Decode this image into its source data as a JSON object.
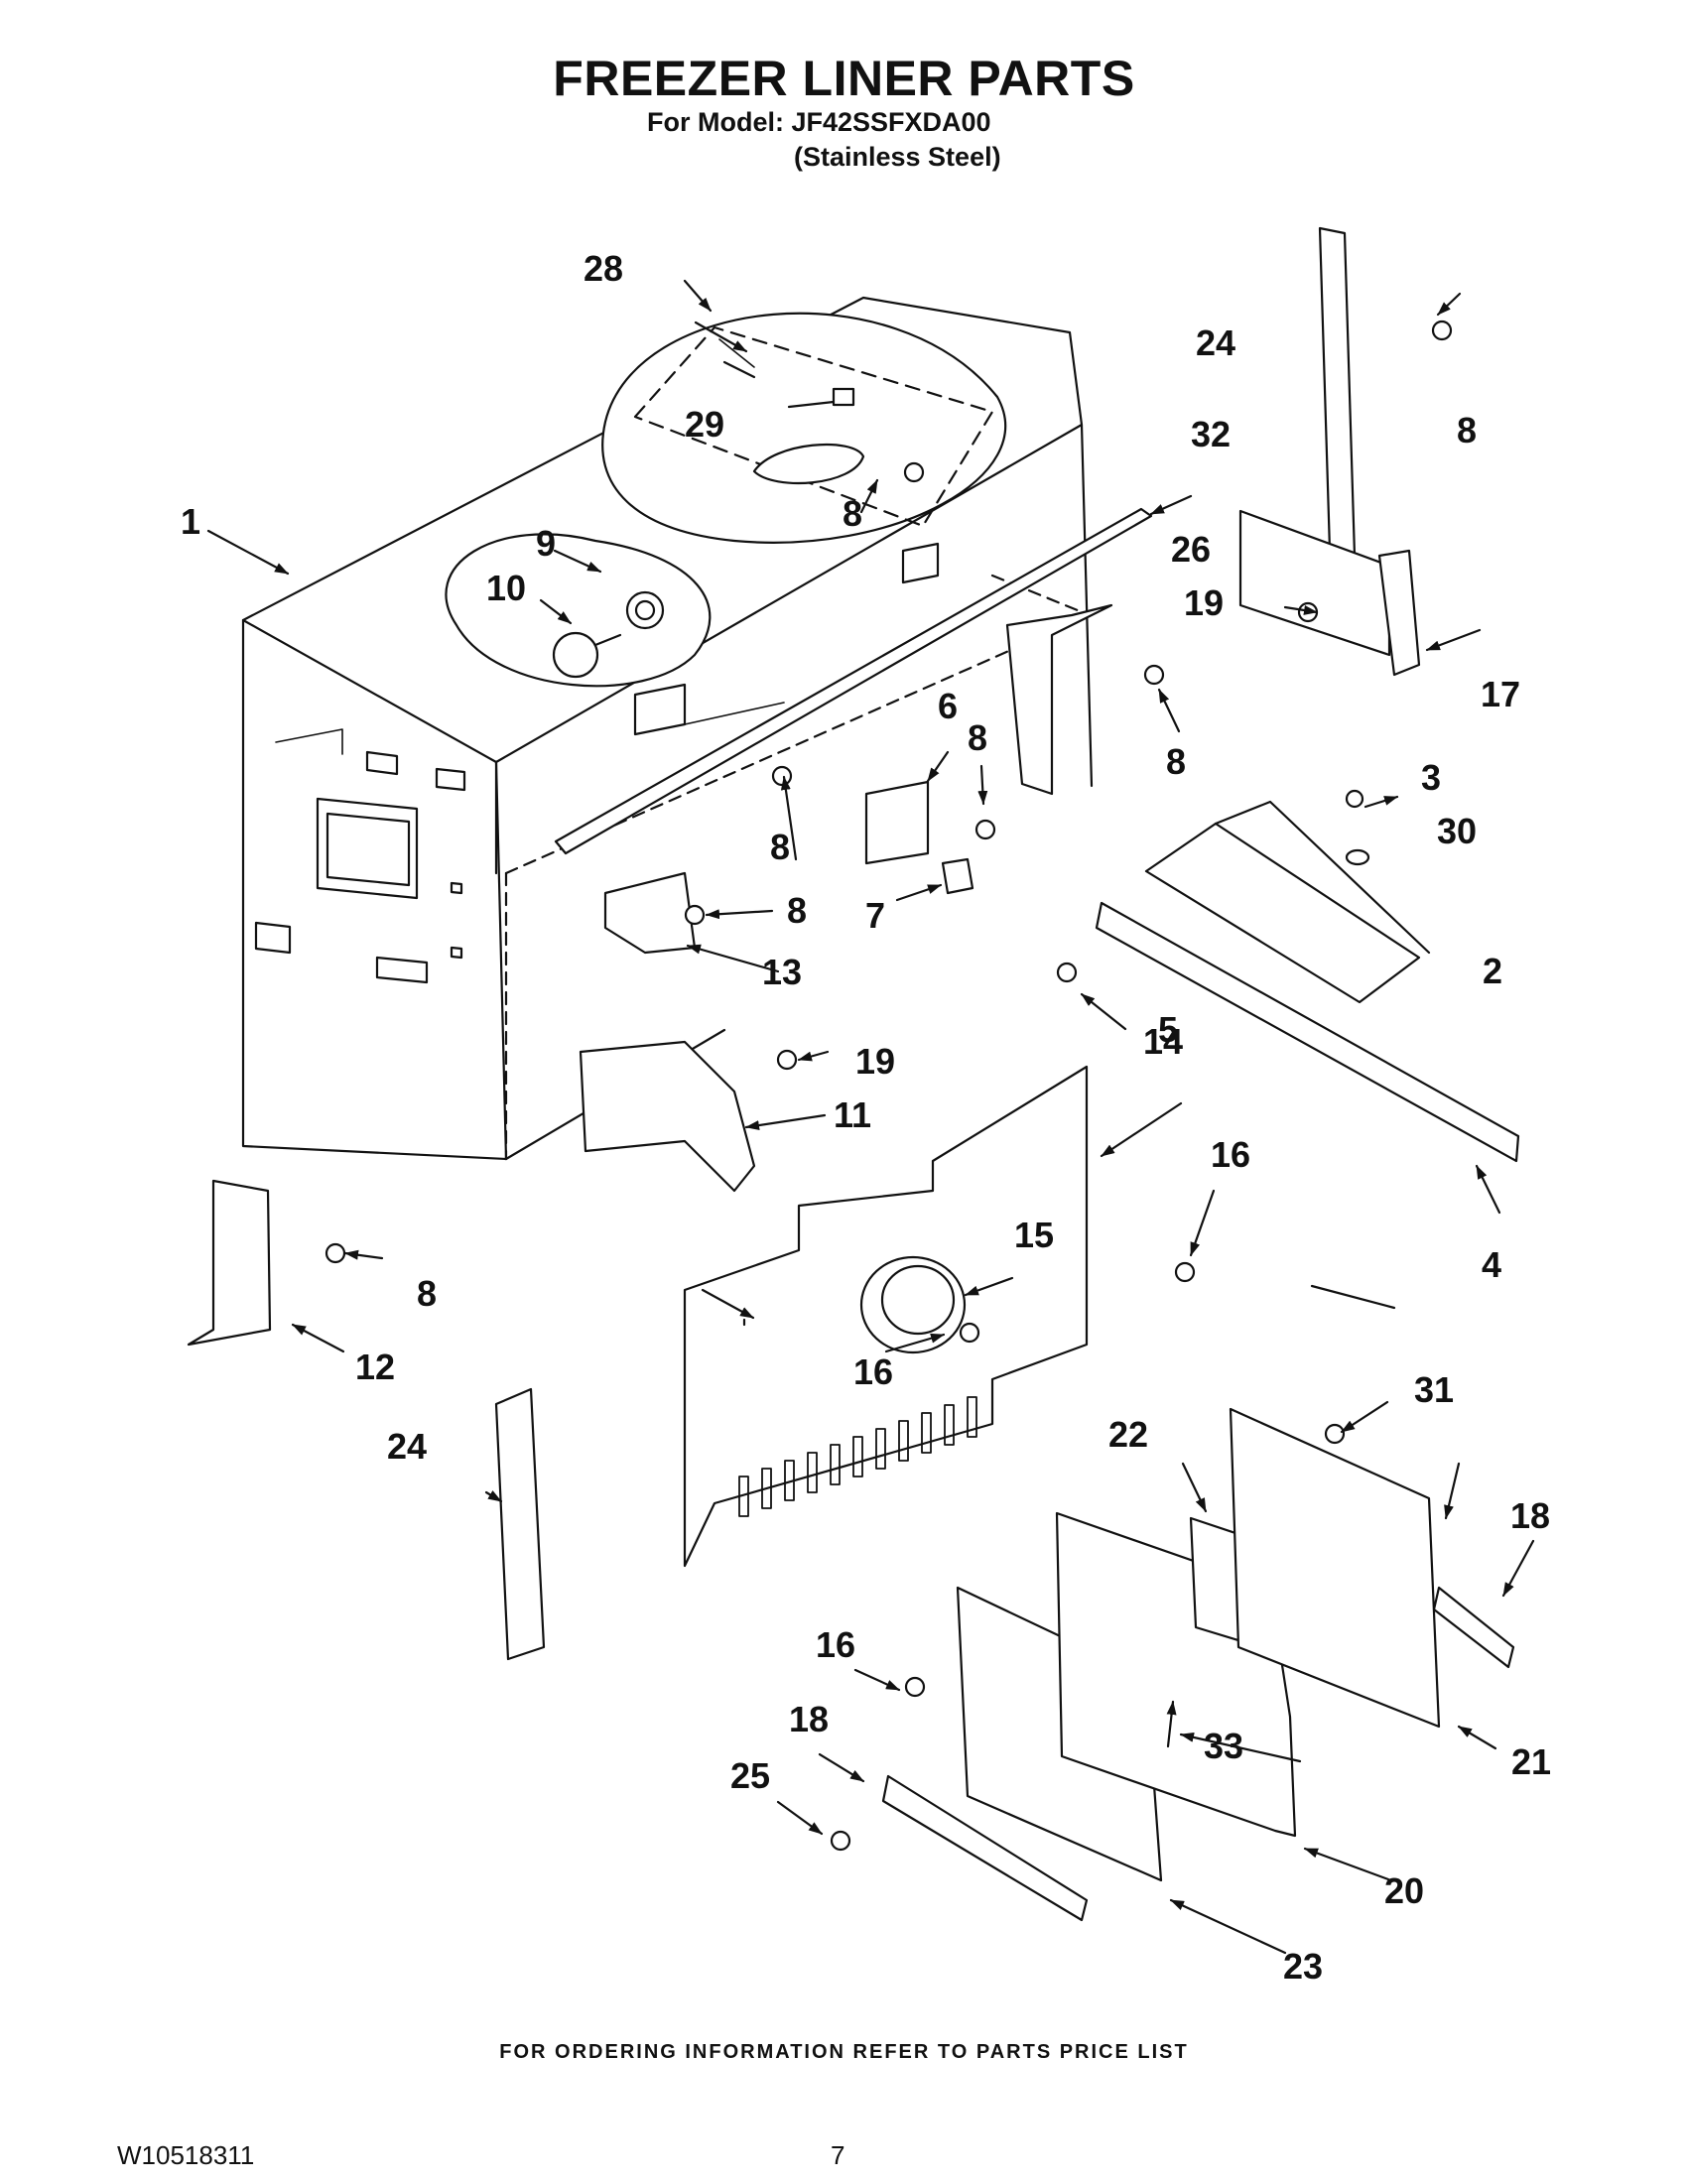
{
  "header": {
    "title": "FREEZER LINER PARTS",
    "model_line": "For Model: JF42SSFXDA00",
    "finish_line": "(Stainless Steel)"
  },
  "callouts": [
    "1",
    "2",
    "3",
    "4",
    "5",
    "6",
    "7",
    "8",
    "9",
    "10",
    "11",
    "12",
    "13",
    "14",
    "15",
    "16",
    "17",
    "18",
    "19",
    "20",
    "21",
    "22",
    "23",
    "24",
    "25",
    "26",
    "28",
    "29",
    "30",
    "31",
    "32",
    "33"
  ],
  "footer": {
    "ordering_note": "FOR ORDERING INFORMATION REFER TO PARTS PRICE LIST",
    "document_number": "W10518311",
    "page_number": "7"
  }
}
